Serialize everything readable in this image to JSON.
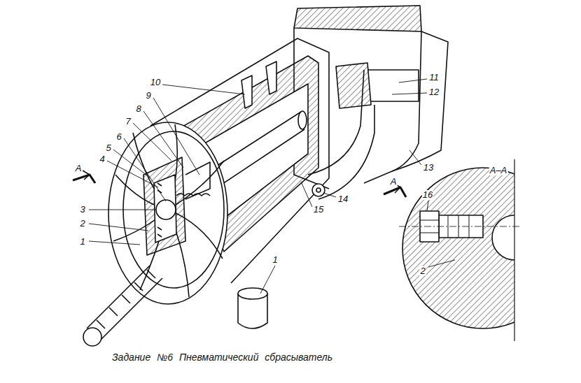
{
  "diagram": {
    "caption": "Задание №6 Пневматический сбрасыватель",
    "labels": [
      "1",
      "2",
      "3",
      "4",
      "5",
      "6",
      "7",
      "8",
      "9",
      "10",
      "11",
      "12",
      "13",
      "14",
      "15",
      "1",
      "A",
      "A",
      "A–A",
      "16",
      "2"
    ]
  }
}
